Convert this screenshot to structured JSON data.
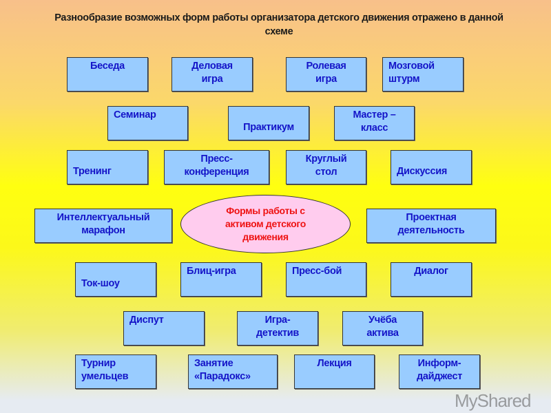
{
  "title": "Разнообразие возможных форм работы организатора детского движения отражено в данной схеме",
  "center": "Формы работы с\nактивом детского\nдвижения",
  "items": [
    "Беседа",
    "Деловая\nигра",
    "Ролевая\nигра",
    "Мозговой\nштурм",
    "Семинар",
    "Практикум",
    "Мастер –\nкласс",
    "Тренинг",
    "Пресс-\nконференция",
    "Круглый\nстол",
    "Дискуссия",
    "Интеллектуальный\nмарафон",
    "Проектная\nдеятельность",
    "Ток-шоу",
    "Блиц-игра",
    "Пресс-бой",
    "Диалог",
    "Диспут",
    "Игра-\nдетектив",
    "Учёба\nактива",
    "Турнир\nумельцев",
    "Занятие\n«Парадокс»",
    "Лекция",
    "Информ-\nдайджест"
  ],
  "watermark": "MyShared"
}
